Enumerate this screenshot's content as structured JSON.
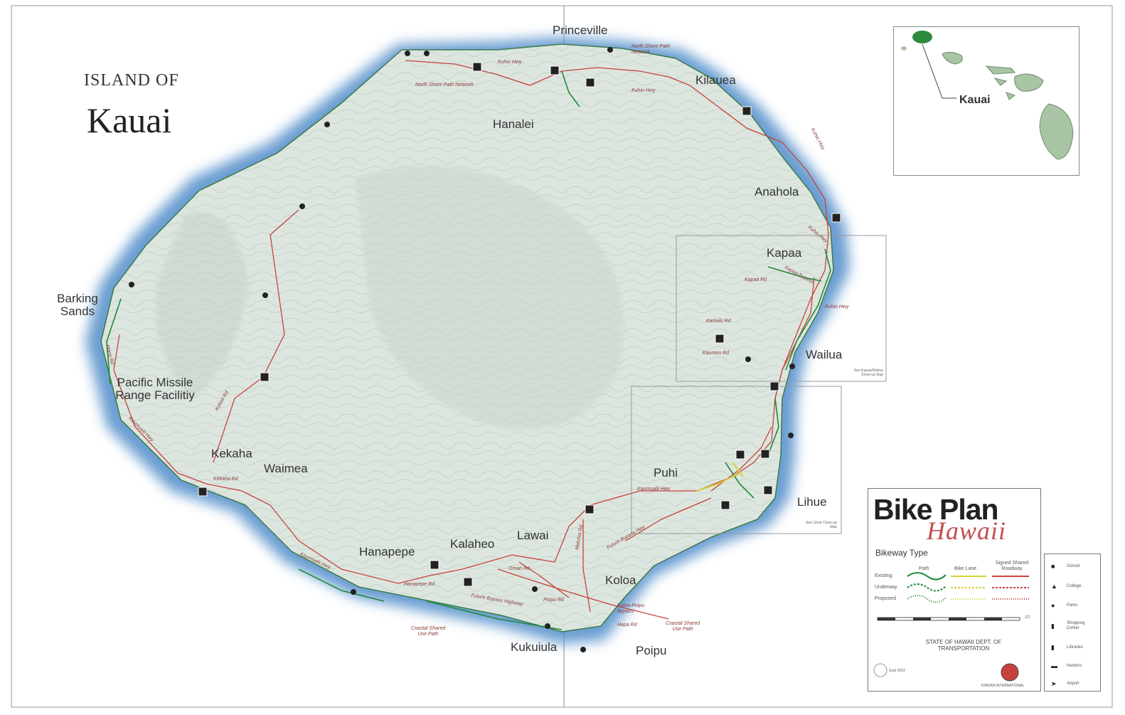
{
  "title": {
    "small": "ISLAND OF",
    "big": "Kauai"
  },
  "places": [
    {
      "id": "princeville",
      "label": "Princeville"
    },
    {
      "id": "kilauea",
      "label": "Kilauea"
    },
    {
      "id": "hanalei",
      "label": "Hanalei"
    },
    {
      "id": "anahola",
      "label": "Anahola"
    },
    {
      "id": "kapaa",
      "label": "Kapaa"
    },
    {
      "id": "wailua",
      "label": "Wailua"
    },
    {
      "id": "barking-sands",
      "label": "Barking Sands"
    },
    {
      "id": "pacific-missile",
      "label": "Pacific Missile Range Facilitiy"
    },
    {
      "id": "kekaha",
      "label": "Kekaha"
    },
    {
      "id": "waimea",
      "label": "Waimea"
    },
    {
      "id": "puhi",
      "label": "Puhi"
    },
    {
      "id": "lihue",
      "label": "Lihue"
    },
    {
      "id": "hanapepe",
      "label": "Hanapepe"
    },
    {
      "id": "kalaheo",
      "label": "Kalaheo"
    },
    {
      "id": "lawai",
      "label": "Lawai"
    },
    {
      "id": "koloa",
      "label": "Koloa"
    },
    {
      "id": "kukuiula",
      "label": "Kukuiula"
    },
    {
      "id": "poipu",
      "label": "Poipu"
    }
  ],
  "roads": [
    {
      "id": "kuhio-hwy-north",
      "label": "Kuhio Hwy"
    },
    {
      "id": "north-shore-network",
      "label": "North Shore Path Network"
    },
    {
      "id": "north-shore-path-2",
      "label": "North Shore Path Network"
    },
    {
      "id": "kuhio-hwy-kilauea",
      "label": "Kuhio Hwy"
    },
    {
      "id": "kuhio-hwy-east",
      "label": "Kuhio Hwy"
    },
    {
      "id": "kuhio-hwy-anahola",
      "label": "Kuhio Hwy"
    },
    {
      "id": "kapaa-bypass",
      "label": "Kapaa Bypass"
    },
    {
      "id": "kapaa-rd",
      "label": "Kapaa Rd"
    },
    {
      "id": "kuhio-hwy-kapaa",
      "label": "Kuhio Hwy"
    },
    {
      "id": "kamalu-rd",
      "label": "Kamalu Rd"
    },
    {
      "id": "kaumoo-rd",
      "label": "Kaumoo Rd"
    },
    {
      "id": "kokee-rd",
      "label": "Kokee Rd"
    },
    {
      "id": "kaumualii-west",
      "label": "Kaumualii Hwy"
    },
    {
      "id": "mana-rd",
      "label": "Mana Rd"
    },
    {
      "id": "kekaha-rd",
      "label": "Kekaha Rd"
    },
    {
      "id": "kaumualii-south",
      "label": "Kaumualii Hwy"
    },
    {
      "id": "kaumualii-puhi",
      "label": "Kaumualii Hwy"
    },
    {
      "id": "hanapepe-rd",
      "label": "Hanapepe Rd"
    },
    {
      "id": "omao-rd",
      "label": "Omao Rd"
    },
    {
      "id": "future-bypass",
      "label": "Future Bypass Highway"
    },
    {
      "id": "poipu-rd",
      "label": "Poipu Rd"
    },
    {
      "id": "koloa-bypass",
      "label": "Koloa-Poipu Bypass"
    },
    {
      "id": "hapa-rd",
      "label": "Hapa Rd"
    },
    {
      "id": "coastal-west",
      "label": "Coastal Shared Use Path"
    },
    {
      "id": "coastal-east",
      "label": "Coastal Shared Use Path"
    },
    {
      "id": "maluhia-rd",
      "label": "Maluhia Rd"
    },
    {
      "id": "future-puhi",
      "label": "Future Bypass Hwy"
    }
  ],
  "zoom_notes": [
    {
      "id": "kapaa-zoom",
      "label": "See Kapaa/Wailua Close-up Map"
    },
    {
      "id": "lihue-zoom",
      "label": "See Lihue Close-up Map"
    }
  ],
  "inset": {
    "label": "Kauai"
  },
  "legend": {
    "title": "Bike Plan",
    "subtitle": "Hawaii",
    "heading": "Bikeway Type",
    "columns": [
      "Path",
      "Bike Lane",
      "Signed Shared Roadway"
    ],
    "rows": [
      "Existing",
      "Underway",
      "Proposed"
    ],
    "scale_end": "10",
    "state": "STATE OF HAWAII DEPT. OF TRANSPORTATION",
    "date": "Sept 2003",
    "firm": "KIMURA INTERNATIONAL"
  },
  "facilities": [
    {
      "id": "school",
      "label": "School",
      "icon": "school-icon"
    },
    {
      "id": "college",
      "label": "College",
      "icon": "college-icon"
    },
    {
      "id": "parks",
      "label": "Parks",
      "icon": "park-icon"
    },
    {
      "id": "shopping",
      "label": "Shopping Center",
      "icon": "shopping-icon"
    },
    {
      "id": "libraries",
      "label": "Libraries",
      "icon": "library-icon"
    },
    {
      "id": "harbors",
      "label": "Harbors",
      "icon": "harbor-icon"
    },
    {
      "id": "airport",
      "label": "Airport",
      "icon": "airport-icon"
    }
  ],
  "colors": {
    "ocean": "#2a6fb5",
    "land": "#dfe8e2",
    "path_green": "#1f8a3a",
    "bikelane_yellow": "#d6d23a",
    "roadway_red": "#c8423c",
    "subtitle_red": "#c0504d"
  }
}
